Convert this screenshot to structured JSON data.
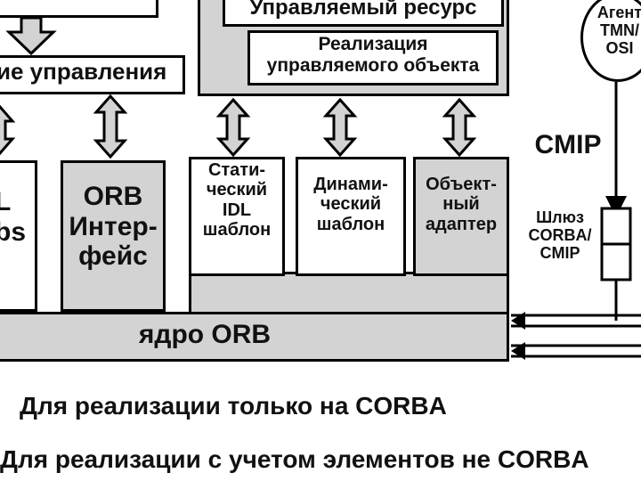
{
  "diagram": {
    "nodes": {
      "managed_resource": "Управляемый ресурс",
      "managed_object_impl": "Реализация\nуправляемого объекта",
      "management": "ие управления",
      "agent": "Агент\nTMN/\nOSI",
      "cmip": "CMIP",
      "idl_stubs": "L\nbs",
      "orb_interface": "ORB\nИнтер-\nфейс",
      "static_idl": "Стати-\nческий\nIDL\nшаблон",
      "dynamic_template": "Динами-\nческий\nшаблон",
      "object_adapter": "Объект-\nный\nадаптер",
      "gateway": "Шлюз\nCORBA/\nCMIP",
      "orb_core": "ядро ORB"
    },
    "legend": {
      "corba_only": "Для реализации только на CORBA",
      "non_corba": "Для реализации с учетом элементов не CORBA"
    },
    "colors": {
      "box_gray": "#d3d3d3",
      "line": "#000000"
    }
  }
}
